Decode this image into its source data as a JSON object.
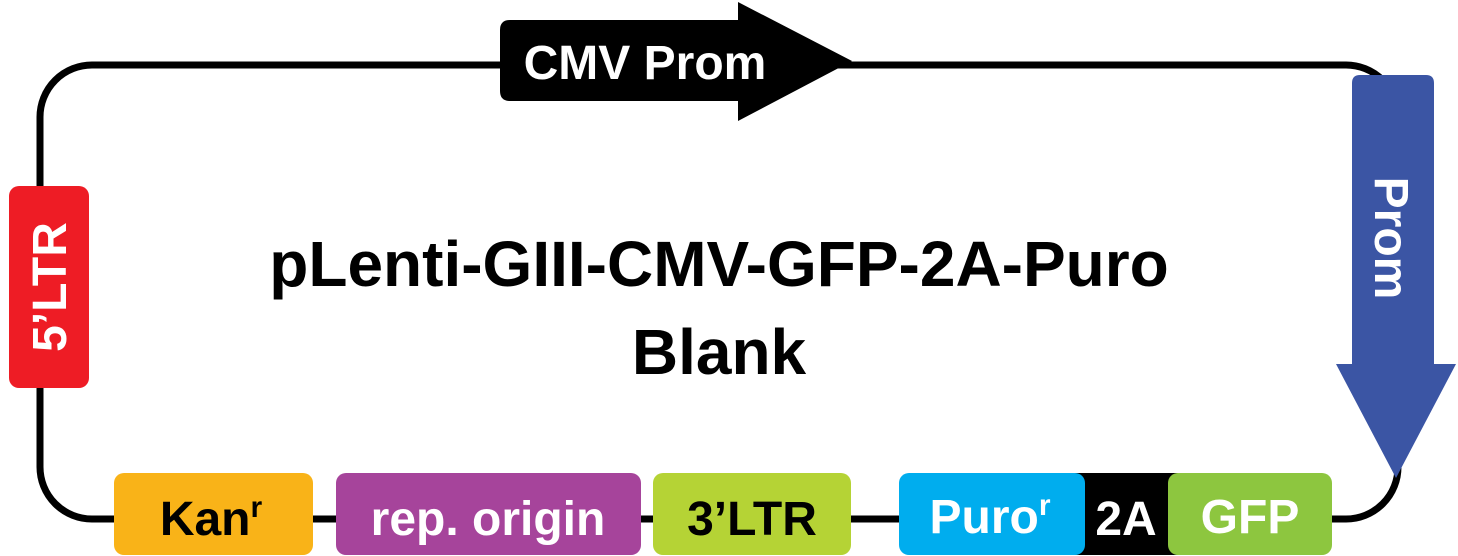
{
  "title": {
    "line1": "pLenti-GIII-CMV-GFP-2A-Puro",
    "line2": "Blank"
  },
  "features": {
    "cmv_prom": {
      "label": "CMV Prom",
      "color": "#000000",
      "text_color": "#ffffff"
    },
    "prom": {
      "label": "Prom",
      "color": "#3b55a4",
      "text_color": "#ffffff"
    },
    "five_ltr": {
      "label": "5’LTR",
      "color": "#ee1c25",
      "text_color": "#ffffff"
    },
    "kan": {
      "label": "Kan",
      "superscript": "r",
      "color": "#f9b318",
      "text_color": "#000000"
    },
    "rep_origin": {
      "label": "rep. origin",
      "color": "#a6449b",
      "text_color": "#ffffff"
    },
    "three_ltr": {
      "label": "3’LTR",
      "color": "#b5d335",
      "text_color": "#000000"
    },
    "puro": {
      "label": "Puro",
      "superscript": "r",
      "color": "#00adee",
      "text_color": "#ffffff"
    },
    "two_a": {
      "label": "2A",
      "color": "#000000",
      "text_color": "#ffffff"
    },
    "gfp": {
      "label": "GFP",
      "color": "#8dc63f",
      "text_color": "#ffffff"
    }
  },
  "colors": {
    "backbone": "#000000",
    "background": "#ffffff",
    "title_text": "#000000"
  }
}
